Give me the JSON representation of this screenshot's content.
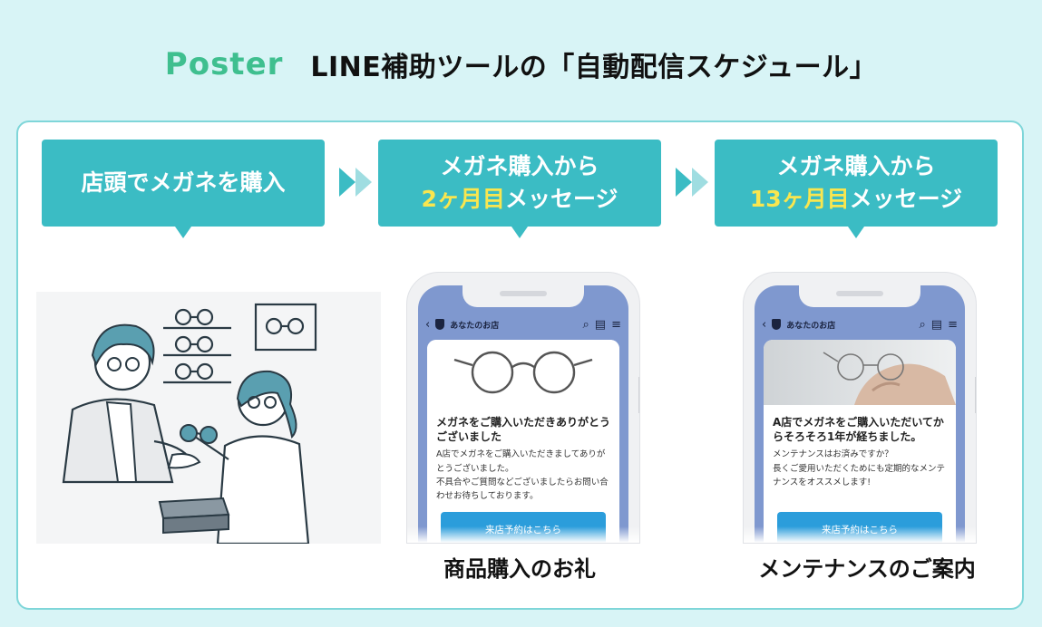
{
  "header": {
    "logo": "Poster",
    "title": "LINE補助ツールの「自動配信スケジュール」"
  },
  "steps": [
    {
      "line1": "店頭でメガネを購入"
    },
    {
      "line1": "メガネ購入から",
      "line2_highlight": "2ヶ月目",
      "line2_rest": "メッセージ"
    },
    {
      "line1": "メガネ購入から",
      "line2_highlight": "13ヶ月目",
      "line2_rest": "メッセージ"
    }
  ],
  "phones": [
    {
      "shop_name": "あなたのお店",
      "heading": "メガネをご購入いただきありがとうございました",
      "body1": "A店でメガネをご購入いただきましてありがとうございました。",
      "body2": "不具合やご質問などございましたらお問い合わせお待ちしております。",
      "button": "来店予約はこちら",
      "caption": "商品購入のお礼"
    },
    {
      "shop_name": "あなたのお店",
      "heading": "A店でメガネをご購入いただいてからそろそろ1年が経ちました。",
      "body1": "メンテナンスはお済みですか？",
      "body2": "長くご愛用いただくためにも定期的なメンテナンスをオススメします!",
      "button": "来店予約はこちら",
      "caption": "メンテナンスのご案内"
    }
  ],
  "colors": {
    "background": "#d8f4f6",
    "accent": "#3bbcc4",
    "highlight": "#f9e64f",
    "line_header": "#7f98cf",
    "button": "#2b9ddb",
    "logo": "#3fbf8f"
  },
  "icons": [
    "back-chevron-icon",
    "shield-icon",
    "search-icon",
    "note-icon",
    "menu-icon",
    "double-arrow-icon"
  ]
}
